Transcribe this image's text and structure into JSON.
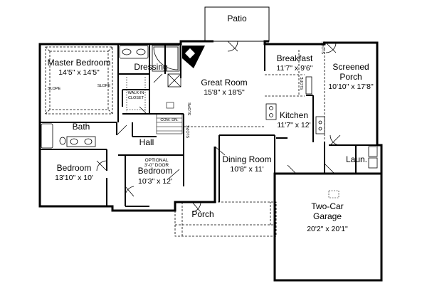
{
  "rooms": {
    "patio": {
      "name": "Patio"
    },
    "master_bedroom": {
      "name": "Master Bedroom",
      "dims": "14'5\" x 14'5\""
    },
    "dressing": {
      "name": "Dressing"
    },
    "walk_in_closet": {
      "line1": "WALK-IN",
      "line2": "CLOSET"
    },
    "great_room": {
      "name": "Great Room",
      "dims": "15'8\" x 18'5\""
    },
    "breakfast": {
      "name": "Breakfast",
      "dims": "11'7\" x 9'6\""
    },
    "screened_porch": {
      "line1": "Screened",
      "line2": "Porch",
      "dims": "10'10\" x 17'8\""
    },
    "bath": {
      "name": "Bath"
    },
    "hall": {
      "name": "Hall"
    },
    "kitchen": {
      "name": "Kitchen",
      "dims": "11'7\" x 12'"
    },
    "bedroom_2": {
      "name": "Bedroom",
      "dims": "13'10\" x 10'"
    },
    "bedroom_3": {
      "name": "Bedroom",
      "dims": "10'3\" x 12'"
    },
    "dining_room": {
      "name": "Dining Room",
      "dims": "10'8\" x 11'"
    },
    "laundry": {
      "name": "Laun."
    },
    "porch": {
      "name": "Porch"
    },
    "garage": {
      "line1": "Two-Car",
      "line2": "Garage",
      "dims": "20'2\" x 20'1\""
    }
  },
  "notes": {
    "slope": "SLOPE",
    "optional_door_1": "OPTIONAL",
    "optional_door_2": "3'-0\" DOOR",
    "com_stair": "COM. DN."
  }
}
